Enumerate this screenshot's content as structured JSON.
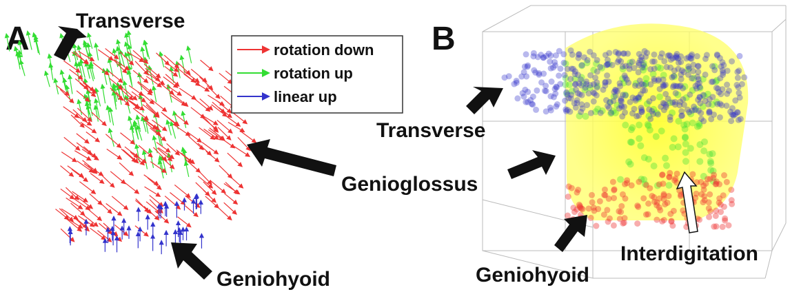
{
  "panel_a": {
    "letter": "A",
    "labels": {
      "transverse": "Transverse",
      "geniohyoid": "Geniohyoid"
    },
    "legend": [
      {
        "label": "rotation down",
        "color": "#ee3333"
      },
      {
        "label": "rotation up",
        "color": "#33dd33"
      },
      {
        "label": "linear up",
        "color": "#3333cc"
      }
    ]
  },
  "shared": {
    "genioglossus": "Genioglossus"
  },
  "panel_b": {
    "letter": "B",
    "labels": {
      "transverse": "Transverse",
      "geniohyoid": "Geniohyoid",
      "interdigitation": "Interdigitation"
    }
  },
  "colors": {
    "red": "#ee3333",
    "green": "#33dd33",
    "blue": "#3333cc",
    "yellow": "#ffff33",
    "label": "#111111"
  }
}
